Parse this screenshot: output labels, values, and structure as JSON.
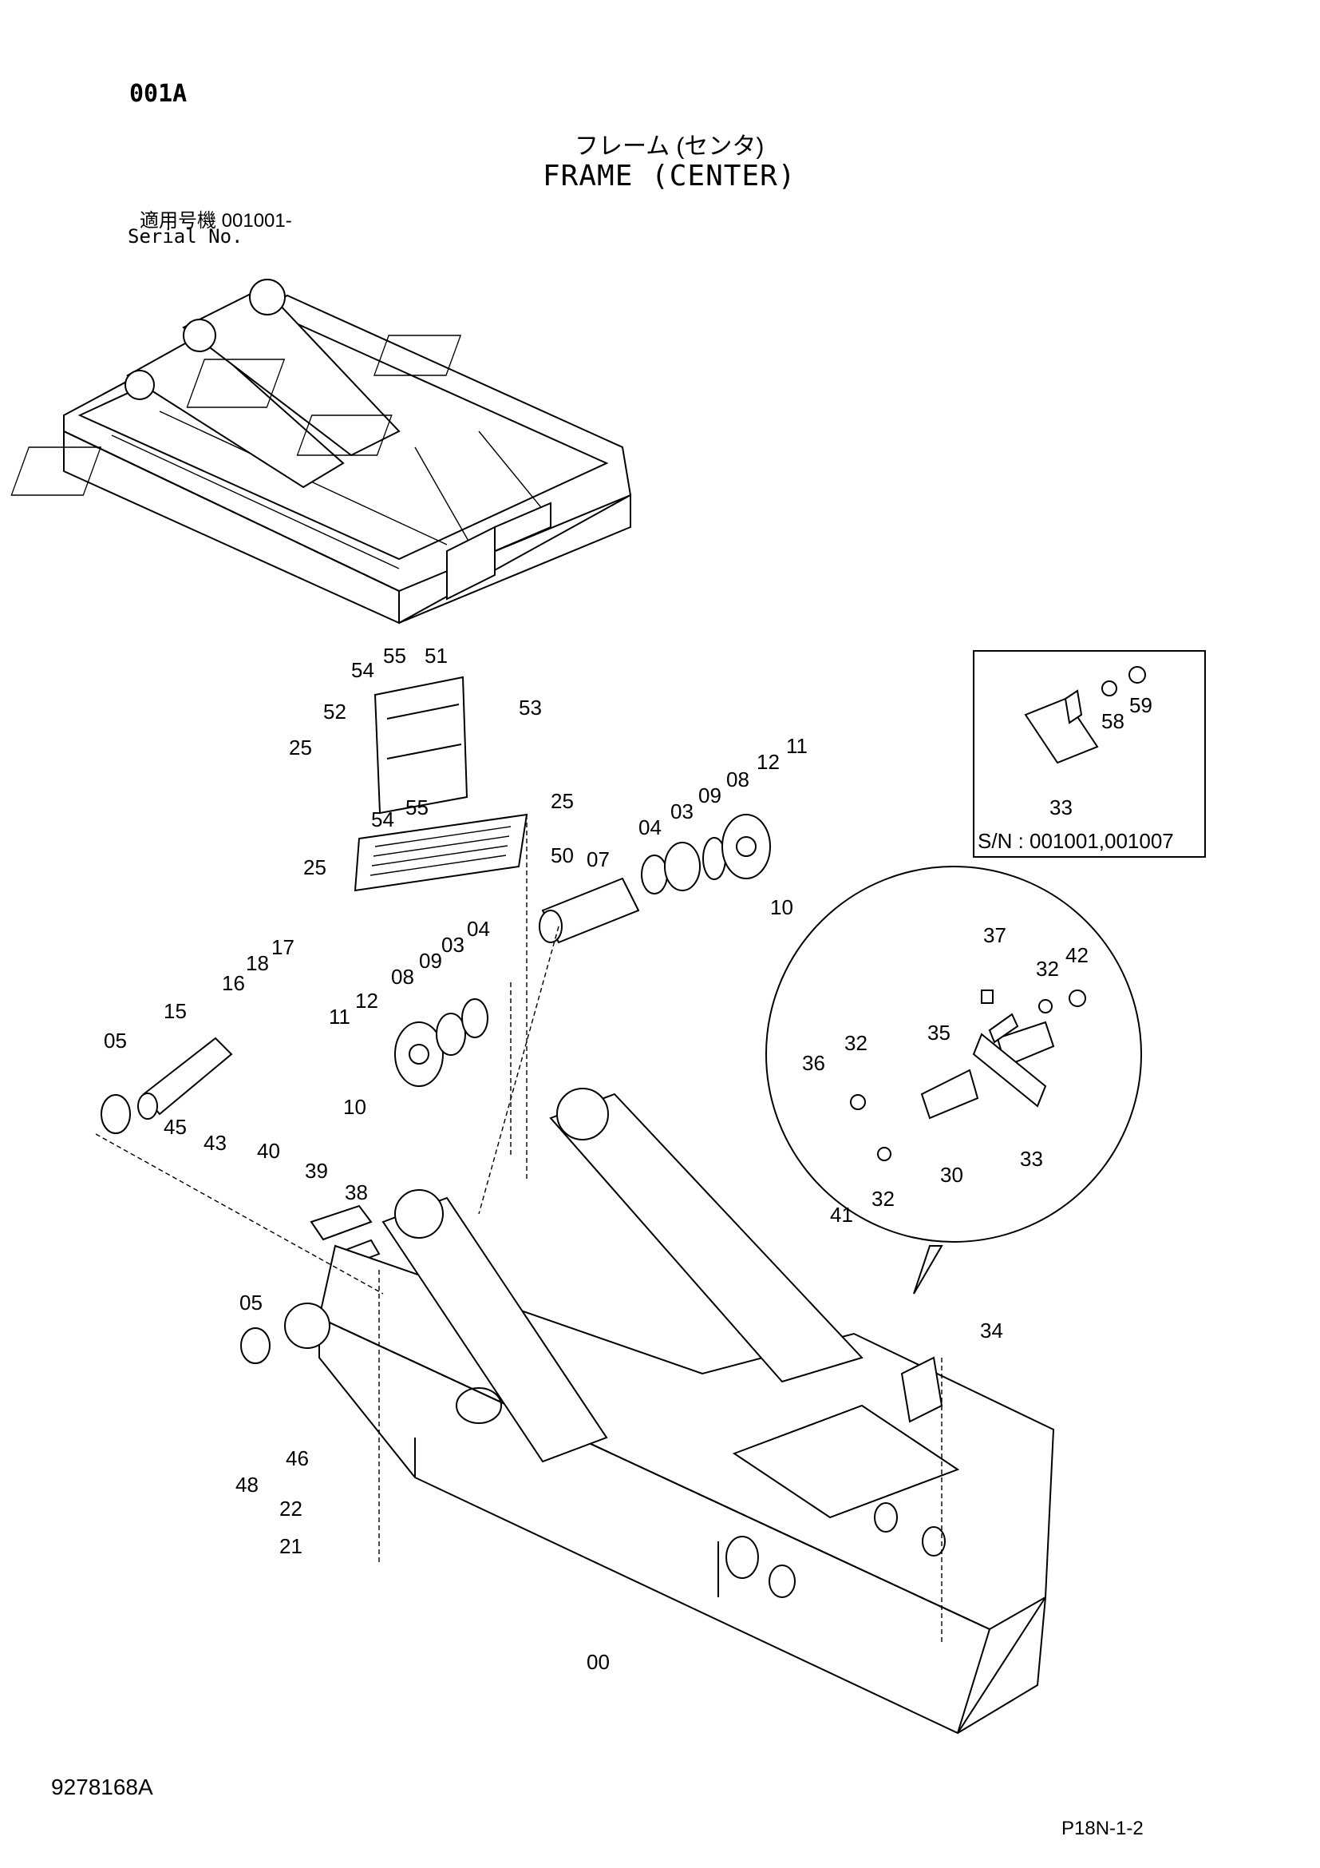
{
  "header": {
    "page_code": "001A",
    "title_jp": "フレーム (センタ)",
    "title_en": "FRAME (CENTER)",
    "serial_label_jp": "適用号機 001001-",
    "serial_label_en": "Serial No."
  },
  "footer": {
    "drawing_number": "9278168A",
    "page_reference": "P18N-1-2"
  },
  "inset_box": {
    "caption": "S/N : 001001,001007",
    "labels": [
      "59",
      "58",
      "33"
    ]
  },
  "detail_circle": {
    "labels": [
      "37",
      "32",
      "42",
      "35",
      "36",
      "32",
      "33",
      "30",
      "41",
      "32"
    ]
  },
  "main_labels": [
    "55",
    "51",
    "54",
    "53",
    "52",
    "25",
    "25",
    "55",
    "54",
    "25",
    "50",
    "11",
    "12",
    "08",
    "09",
    "03",
    "04",
    "07",
    "10",
    "17",
    "18",
    "16",
    "15",
    "05",
    "08",
    "09",
    "03",
    "04",
    "11",
    "12",
    "10",
    "45",
    "43",
    "40",
    "39",
    "38",
    "05",
    "34",
    "46",
    "48",
    "22",
    "21",
    "00"
  ]
}
